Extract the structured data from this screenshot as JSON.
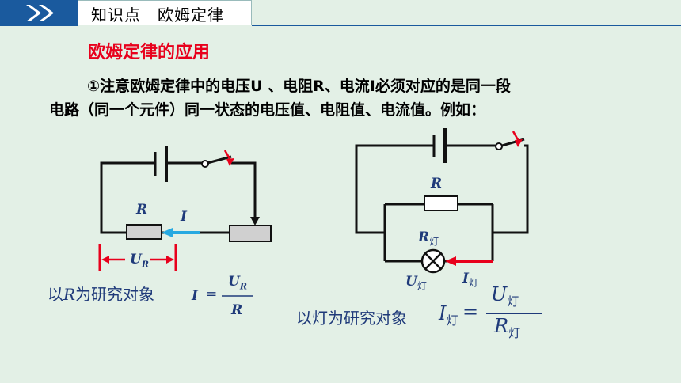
{
  "header": {
    "title": "知识点　欧姆定律"
  },
  "section": {
    "heading": "欧姆定律的应用",
    "paragraph_line1": "①注意欧姆定律中的电压U 、电阻R、电流I必须对应的是同一段",
    "paragraph_line2": "电路（同一个元件）同一状态的电压值、电阻值、电流值。例如："
  },
  "circuit_left": {
    "resistor_label": "R",
    "current_label": "I",
    "voltage_label": "U",
    "voltage_sub": "R",
    "caption_pre": "以",
    "caption_var": "R",
    "caption_post": "为研究对象",
    "formula_lhs": "I",
    "formula_eq": "=",
    "formula_num": "U",
    "formula_num_sub": "R",
    "formula_den": "R"
  },
  "circuit_right": {
    "resistor_label": "R",
    "lamp_label": "R",
    "lamp_sub": "灯",
    "voltage_label": "U",
    "voltage_sub": "灯",
    "current_label": "I",
    "current_sub": "灯",
    "caption": "以灯为研究对象",
    "formula_lhs": "I",
    "formula_lhs_sub": "灯",
    "formula_eq": "=",
    "formula_num": "U",
    "formula_num_sub": "灯",
    "formula_den": "R",
    "formula_den_sub": "灯"
  },
  "colors": {
    "accent_blue": "#1a5a9e",
    "heading_red": "#e8001c",
    "label_blue": "#1f3a7a",
    "current_arrow": "#27a9e1",
    "switch_arrow": "#e8001c"
  }
}
